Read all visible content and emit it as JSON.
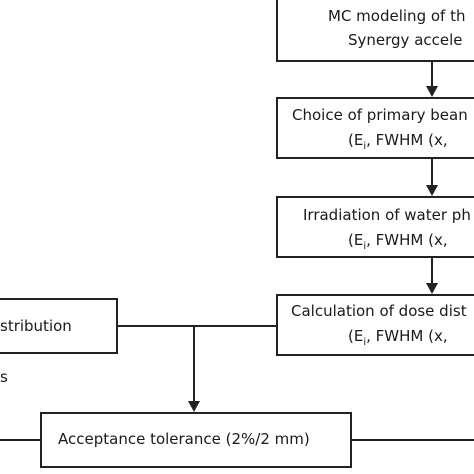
{
  "steps": [
    {
      "line1": "MC modeling of th",
      "line2": "Synergy accele"
    },
    {
      "line1": "Choice of primary bean",
      "line2_pre": "(E",
      "line2_sub": "i",
      "line2_post": ", FWHM (x,"
    },
    {
      "line1": "Irradiation of water ph",
      "line2_pre": "(E",
      "line2_sub": "i",
      "line2_post": ", FWHM (x, "
    },
    {
      "line1": "Calculation of dose dist",
      "line2_pre": "(E",
      "line2_sub": "i",
      "line2_post": ", FWHM (x, "
    }
  ],
  "left_box": {
    "label": "stribution"
  },
  "side_label": "s",
  "acceptance": {
    "label": "Acceptance tolerance (2%/2 mm)"
  }
}
